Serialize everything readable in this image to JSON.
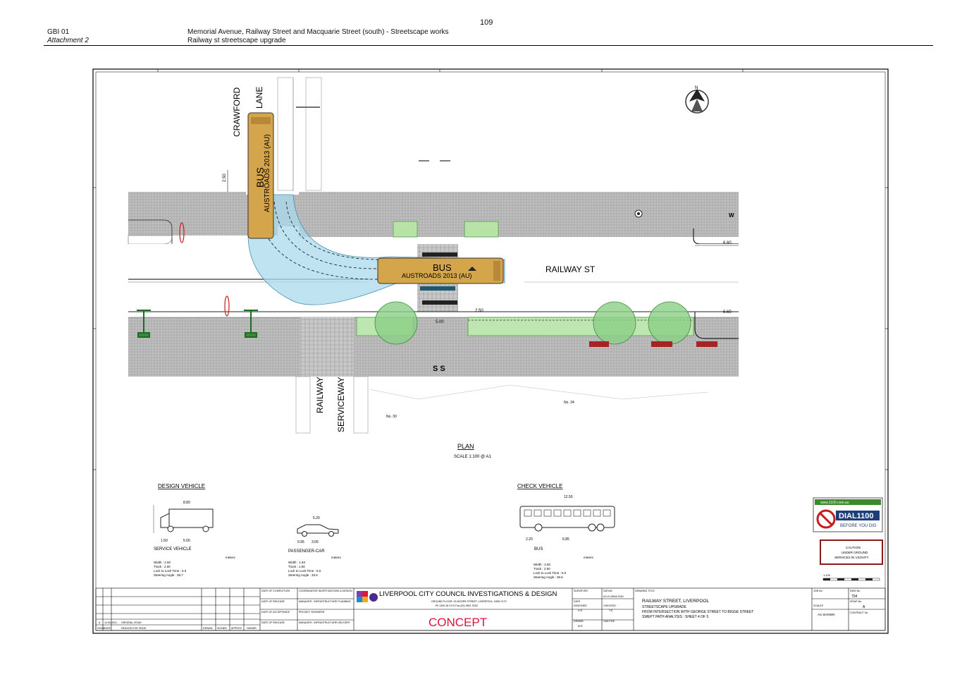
{
  "header": {
    "page_number": "109",
    "ref": "GBI 01",
    "attachment": "Attachment 2",
    "title_line1": "Memorial Avenue, Railway Street and Macquarie Street (south) - Streetscape works",
    "title_line2": "Railway st streetscape upgrade"
  },
  "plan": {
    "street_crawford": "CRAWFORD",
    "street_lane": "LANE",
    "street_railway_st": "RAILWAY ST",
    "street_railway": "RAILWAY",
    "street_serviceway": "SERVICEWAY",
    "bus_label": "BUS",
    "bus_sublabel": "AUSTROADS 2013 (AU)",
    "dim_250_a": "2.50",
    "dim_250_b": "2.50",
    "dim_660_a": "6.60",
    "dim_660_b": "6.60",
    "dim_500": "5.00",
    "label_w": "W",
    "label_s": "S",
    "label_ss": "S S",
    "north_label": "N",
    "no30": "No. 30",
    "no34": "No. 34",
    "plan_title": "PLAN",
    "plan_scale": "SCALE 1:100 @ A1"
  },
  "vehicles": {
    "design_title": "DESIGN VEHICLE",
    "check_title": "CHECK VEHICLE",
    "service": {
      "name": "SERVICE VEHICLE",
      "length": "8.80",
      "dim_a": "1.50",
      "dim_b": "5.00",
      "units": "meters",
      "rows": [
        "Width : 2.50",
        "Track : 2.50",
        "Lock to Lock Time : 6.0",
        "Steering Angle : 38.7"
      ]
    },
    "car": {
      "name": "PASSENGER-CAR",
      "length": "5.20",
      "dim_a": "0.95",
      "dim_b": "3.05",
      "units": "meters",
      "rows": [
        "Width : 1.94",
        "Track : 1.84",
        "Lock to Lock Time : 6.0",
        "Steering Angle : 33.6"
      ]
    },
    "bus": {
      "name": "BUS",
      "length": "12.50",
      "dim_a": "2.20",
      "dim_b": "6.85",
      "units": "meters",
      "rows": [
        "Width : 2.50",
        "Track : 2.50",
        "Lock to Lock Time : 6.0",
        "Steering Angle : 36.6"
      ]
    }
  },
  "dial": {
    "url": "www.1100.com.au",
    "title": "DIAL1100",
    "sub": "BEFORE YOU DIG",
    "caution_1": "CAUTION!",
    "caution_2": "UNDER GROUND",
    "caution_3": "SERVICES IN VICINITY"
  },
  "title_block": {
    "col_issue": "ISSUE",
    "col_date": "DATE",
    "col_reason": "REASON FOR ISSUE",
    "col_drawn": "DRAWN",
    "col_signed": "SIGNED",
    "col_approv": "APPROV",
    "col_owner": "OWNER",
    "issue_no": "A",
    "issue_date": "14.05.2021",
    "issue_reason": "ORIGINAL ISSUE",
    "date_completion": "DATE OF COMPLETION",
    "date_release": "DATE OF RELEASE",
    "date_acceptance": "DATE OF ACCEPTANCE",
    "date_release2": "DATE OF RELEASE",
    "role_1": "COORDINATOR INVESTIGATIONS & DESIGN",
    "role_2": "MANAGER - INFRASTRUCTURE PLANNING",
    "role_3": "PROJECT ENGINEER",
    "role_4": "MANAGER - INFRASTRUCTURE DELIVERY",
    "council": "LIVERPOOL CITY COUNCIL INVESTIGATIONS & DESIGN",
    "address": "GROUND FLOOR, 33 MOORE STREET, LIVERPOOL, NSW 2170",
    "phone": "Ph 1300 36 2170    Fax (02) 9821 9333",
    "concept": "CONCEPT",
    "surveyed": "SURVEYED",
    "datum": "DATUM",
    "datum_val": "A.H.D./MGA 2020",
    "date_lbl": "DATE",
    "designed": "DESIGNED",
    "designed_val": "H.S",
    "checked": "CHECKED",
    "checked_val": "T.S",
    "drawn": "DRAWN",
    "drawn_val": "M.R",
    "cad_file": "CAD FILE",
    "drawing_title_lbl": "DRAWING TITLE",
    "drawing_title_1": "RAILWAY STREET, LIVERPOOL",
    "drawing_title_2": "STREETSCAPE UPGRADE",
    "drawing_title_3": "FROM INTERSECTION WITH GEORGE STREET TO BIGGE STREET",
    "drawing_title_4": "SWEPT PATH ANALYSIS : SHEET 4 OF 5",
    "job_no_lbl": "JOB No",
    "dwg_no_lbl": "DWG No",
    "dwg_no": "704",
    "issue_no_lbl": "ISSUE No",
    "issue_no_val": "A",
    "scales_lbl": "SCALES",
    "scales_val": "AS SHOWN",
    "contract_lbl": "CONTRACT No",
    "scale_bar": "1:100"
  },
  "colors": {
    "paving": "#b5b5b5",
    "swept": "#a9d9ec",
    "bus": "#d4a54a",
    "tree": "#7fc97f",
    "concept": "#e0143c"
  }
}
